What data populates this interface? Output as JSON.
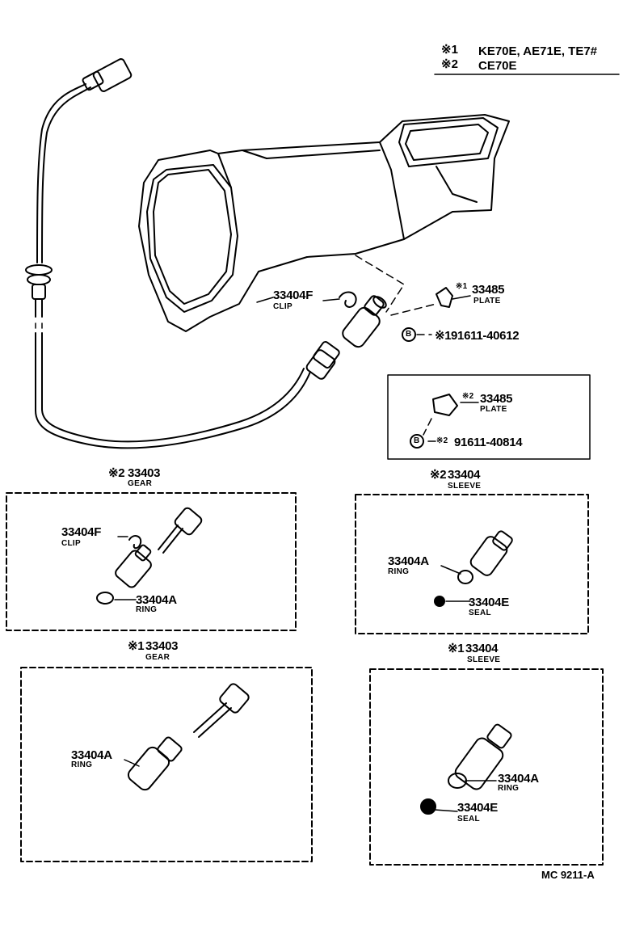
{
  "legend": {
    "rows": [
      {
        "mark": "※1",
        "text": "KE70E, AE71E, TE7#"
      },
      {
        "mark": "※2",
        "text": "CE70E"
      }
    ]
  },
  "main": {
    "clip": {
      "number": "33404F",
      "name": "CLIP"
    },
    "plate1": {
      "mark": "※1",
      "number": "33485",
      "name": "PLATE"
    },
    "bolt1": {
      "symbol": "B",
      "mark": "※1",
      "number": "91611-40612"
    }
  },
  "inset": {
    "plate2": {
      "mark": "※2",
      "number": "33485",
      "name": "PLATE"
    },
    "bolt2": {
      "symbol": "B",
      "mark": "※2",
      "number": "91611-40814"
    }
  },
  "box_gear2": {
    "heading": {
      "mark": "※2",
      "number": "33403",
      "name": "GEAR"
    },
    "clip": {
      "number": "33404F",
      "name": "CLIP"
    },
    "ring": {
      "number": "33404A",
      "name": "RING"
    }
  },
  "box_sleeve2": {
    "heading": {
      "mark": "※2",
      "number": "33404",
      "name": "SLEEVE"
    },
    "ring": {
      "number": "33404A",
      "name": "RING"
    },
    "seal": {
      "number": "33404E",
      "name": "SEAL"
    }
  },
  "box_gear1": {
    "heading": {
      "mark": "※1",
      "number": "33403",
      "name": "GEAR"
    },
    "ring": {
      "number": "33404A",
      "name": "RING"
    }
  },
  "box_sleeve1": {
    "heading": {
      "mark": "※1",
      "number": "33404",
      "name": "SLEEVE"
    },
    "ring": {
      "number": "33404A",
      "name": "RING"
    },
    "seal": {
      "number": "33404E",
      "name": "SEAL"
    }
  },
  "footer": {
    "code": "MC 9211-A"
  }
}
